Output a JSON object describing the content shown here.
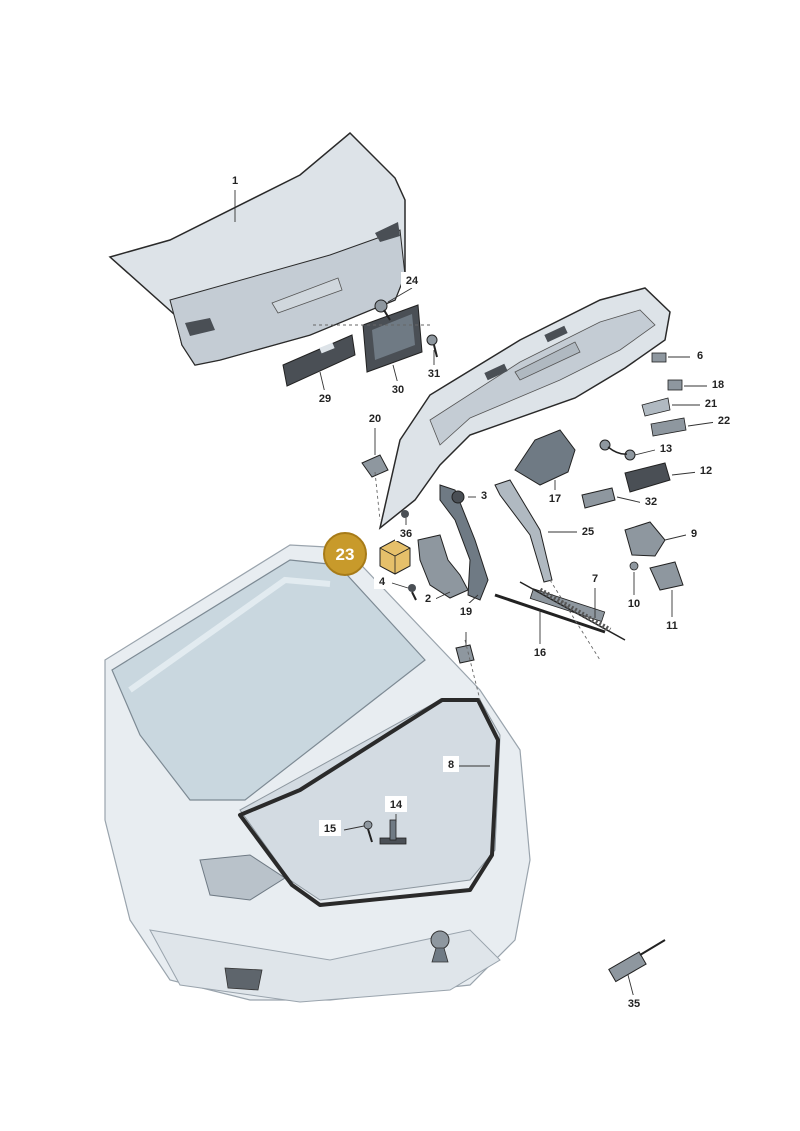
{
  "colors": {
    "panel": "#dde3e8",
    "panel_shade": "#c4ccd4",
    "edge": "#2a2a2a",
    "glass": "#c9d7df",
    "dark_part": "#4a4f55",
    "highlight": "#c89a2b"
  },
  "highlight_label": "23",
  "parts": [
    {
      "id": "p1",
      "label": "1"
    },
    {
      "id": "p2",
      "label": "2"
    },
    {
      "id": "p3",
      "label": "3"
    },
    {
      "id": "p4",
      "label": "4"
    },
    {
      "id": "p6",
      "label": "6"
    },
    {
      "id": "p7",
      "label": "7"
    },
    {
      "id": "p8",
      "label": "8"
    },
    {
      "id": "p9",
      "label": "9"
    },
    {
      "id": "p10",
      "label": "10"
    },
    {
      "id": "p11",
      "label": "11"
    },
    {
      "id": "p12",
      "label": "12"
    },
    {
      "id": "p13",
      "label": "13"
    },
    {
      "id": "p14",
      "label": "14"
    },
    {
      "id": "p15",
      "label": "15"
    },
    {
      "id": "p16",
      "label": "16"
    },
    {
      "id": "p17",
      "label": "17"
    },
    {
      "id": "p18",
      "label": "18"
    },
    {
      "id": "p19",
      "label": "19"
    },
    {
      "id": "p20",
      "label": "20"
    },
    {
      "id": "p21",
      "label": "21"
    },
    {
      "id": "p22",
      "label": "22"
    },
    {
      "id": "p24",
      "label": "24"
    },
    {
      "id": "p25",
      "label": "25"
    },
    {
      "id": "p29",
      "label": "29"
    },
    {
      "id": "p30",
      "label": "30"
    },
    {
      "id": "p31",
      "label": "31"
    },
    {
      "id": "p32",
      "label": "32"
    },
    {
      "id": "p35",
      "label": "35"
    },
    {
      "id": "p36",
      "label": "36"
    }
  ]
}
